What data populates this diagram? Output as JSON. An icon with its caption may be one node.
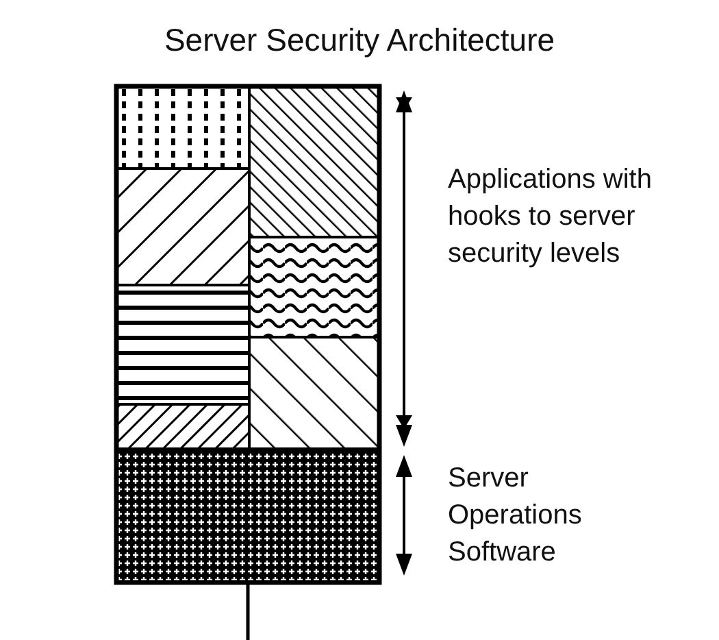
{
  "diagram": {
    "title": "Server Security Architecture",
    "labels": [
      "Applications with hooks to server security levels",
      "Server Operations Software"
    ]
  }
}
